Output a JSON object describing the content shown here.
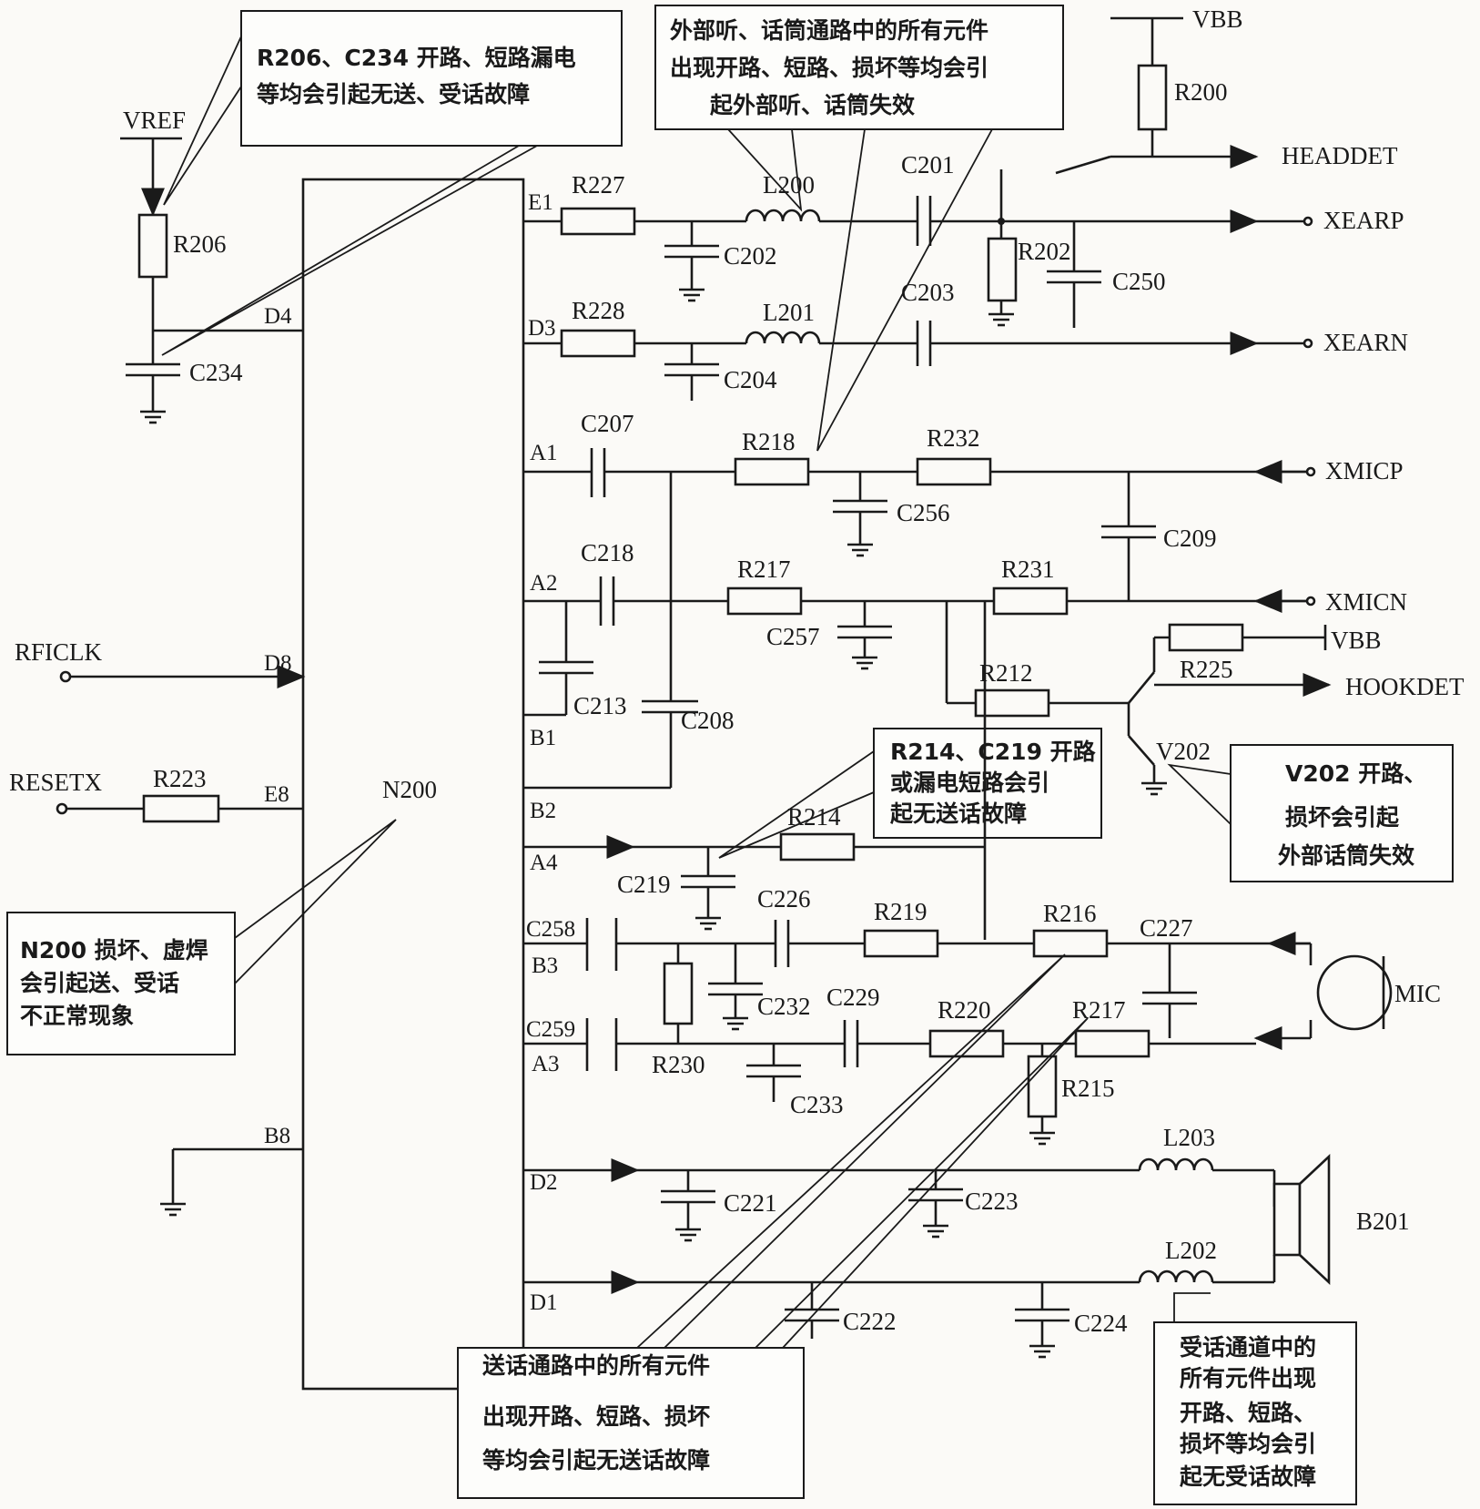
{
  "chip": {
    "name": "N200"
  },
  "power": {
    "vref": "VREF",
    "vbb_top": "VBB",
    "vbb_mid": "VBB"
  },
  "signals": {
    "headdet": "HEADDET",
    "xearp": "XEARP",
    "xearn": "XEARN",
    "xmicp": "XMICP",
    "xmicn": "XMICN",
    "hookdet": "HOOKDET",
    "rficlk": "RFICLK",
    "resetx": "RESETX",
    "mic": "MIC",
    "speaker": "B201"
  },
  "pins": {
    "E1": "E1",
    "D4": "D4",
    "D3": "D3",
    "A1": "A1",
    "A2": "A2",
    "D8": "D8",
    "B1": "B1",
    "E8": "E8",
    "B2": "B2",
    "A4": "A4",
    "C258": "C258",
    "B3": "B3",
    "C259": "C259",
    "A3": "A3",
    "B8": "B8",
    "D2": "D2",
    "D1": "D1"
  },
  "components": {
    "R206": "R206",
    "C234": "C234",
    "R227": "R227",
    "L200": "L200",
    "C202": "C202",
    "C201": "C201",
    "R200": "R200",
    "R202": "R202",
    "C250": "C250",
    "R228": "R228",
    "L201": "L201",
    "C204": "C204",
    "C203": "C203",
    "C207": "C207",
    "R218": "R218",
    "R232": "R232",
    "C256": "C256",
    "C209": "C209",
    "C218": "C218",
    "R217a": "R217",
    "R231": "R231",
    "C257": "C257",
    "C213": "C213",
    "C208": "C208",
    "R212": "R212",
    "R225": "R225",
    "V202": "V202",
    "R223": "R223",
    "R214": "R214",
    "C219": "C219",
    "C226": "C226",
    "R219": "R219",
    "R216": "R216",
    "C227": "C227",
    "C232": "C232",
    "C229": "C229",
    "R220": "R220",
    "R217b": "R217",
    "R230": "R230",
    "C233": "C233",
    "R215": "R215",
    "L203": "L203",
    "C221": "C221",
    "C223": "C223",
    "L202": "L202",
    "C222": "C222",
    "C224": "C224"
  },
  "notes": {
    "n1": [
      "R206、C234 开路、短路漏电",
      "等均会引起无送、受话故障"
    ],
    "n2": [
      "外部听、话筒通路中的所有元件",
      "出现开路、短路、损坏等均会引",
      "起外部听、话筒失效"
    ],
    "n3": [
      "R214、C219 开路",
      "或漏电短路会引",
      "起无送话故障"
    ],
    "n4": [
      "V202 开路、",
      "损坏会引起",
      "外部话筒失效"
    ],
    "n5": [
      "N200 损坏、虚焊",
      "会引起送、受话",
      "不正常现象"
    ],
    "n6": [
      "送话通路中的所有元件",
      "出现开路、短路、损坏",
      "等均会引起无送话故障"
    ],
    "n7": [
      "受话通道中的",
      "所有元件出现",
      "开路、短路、",
      "损坏等均会引",
      "起无受话故障"
    ]
  }
}
